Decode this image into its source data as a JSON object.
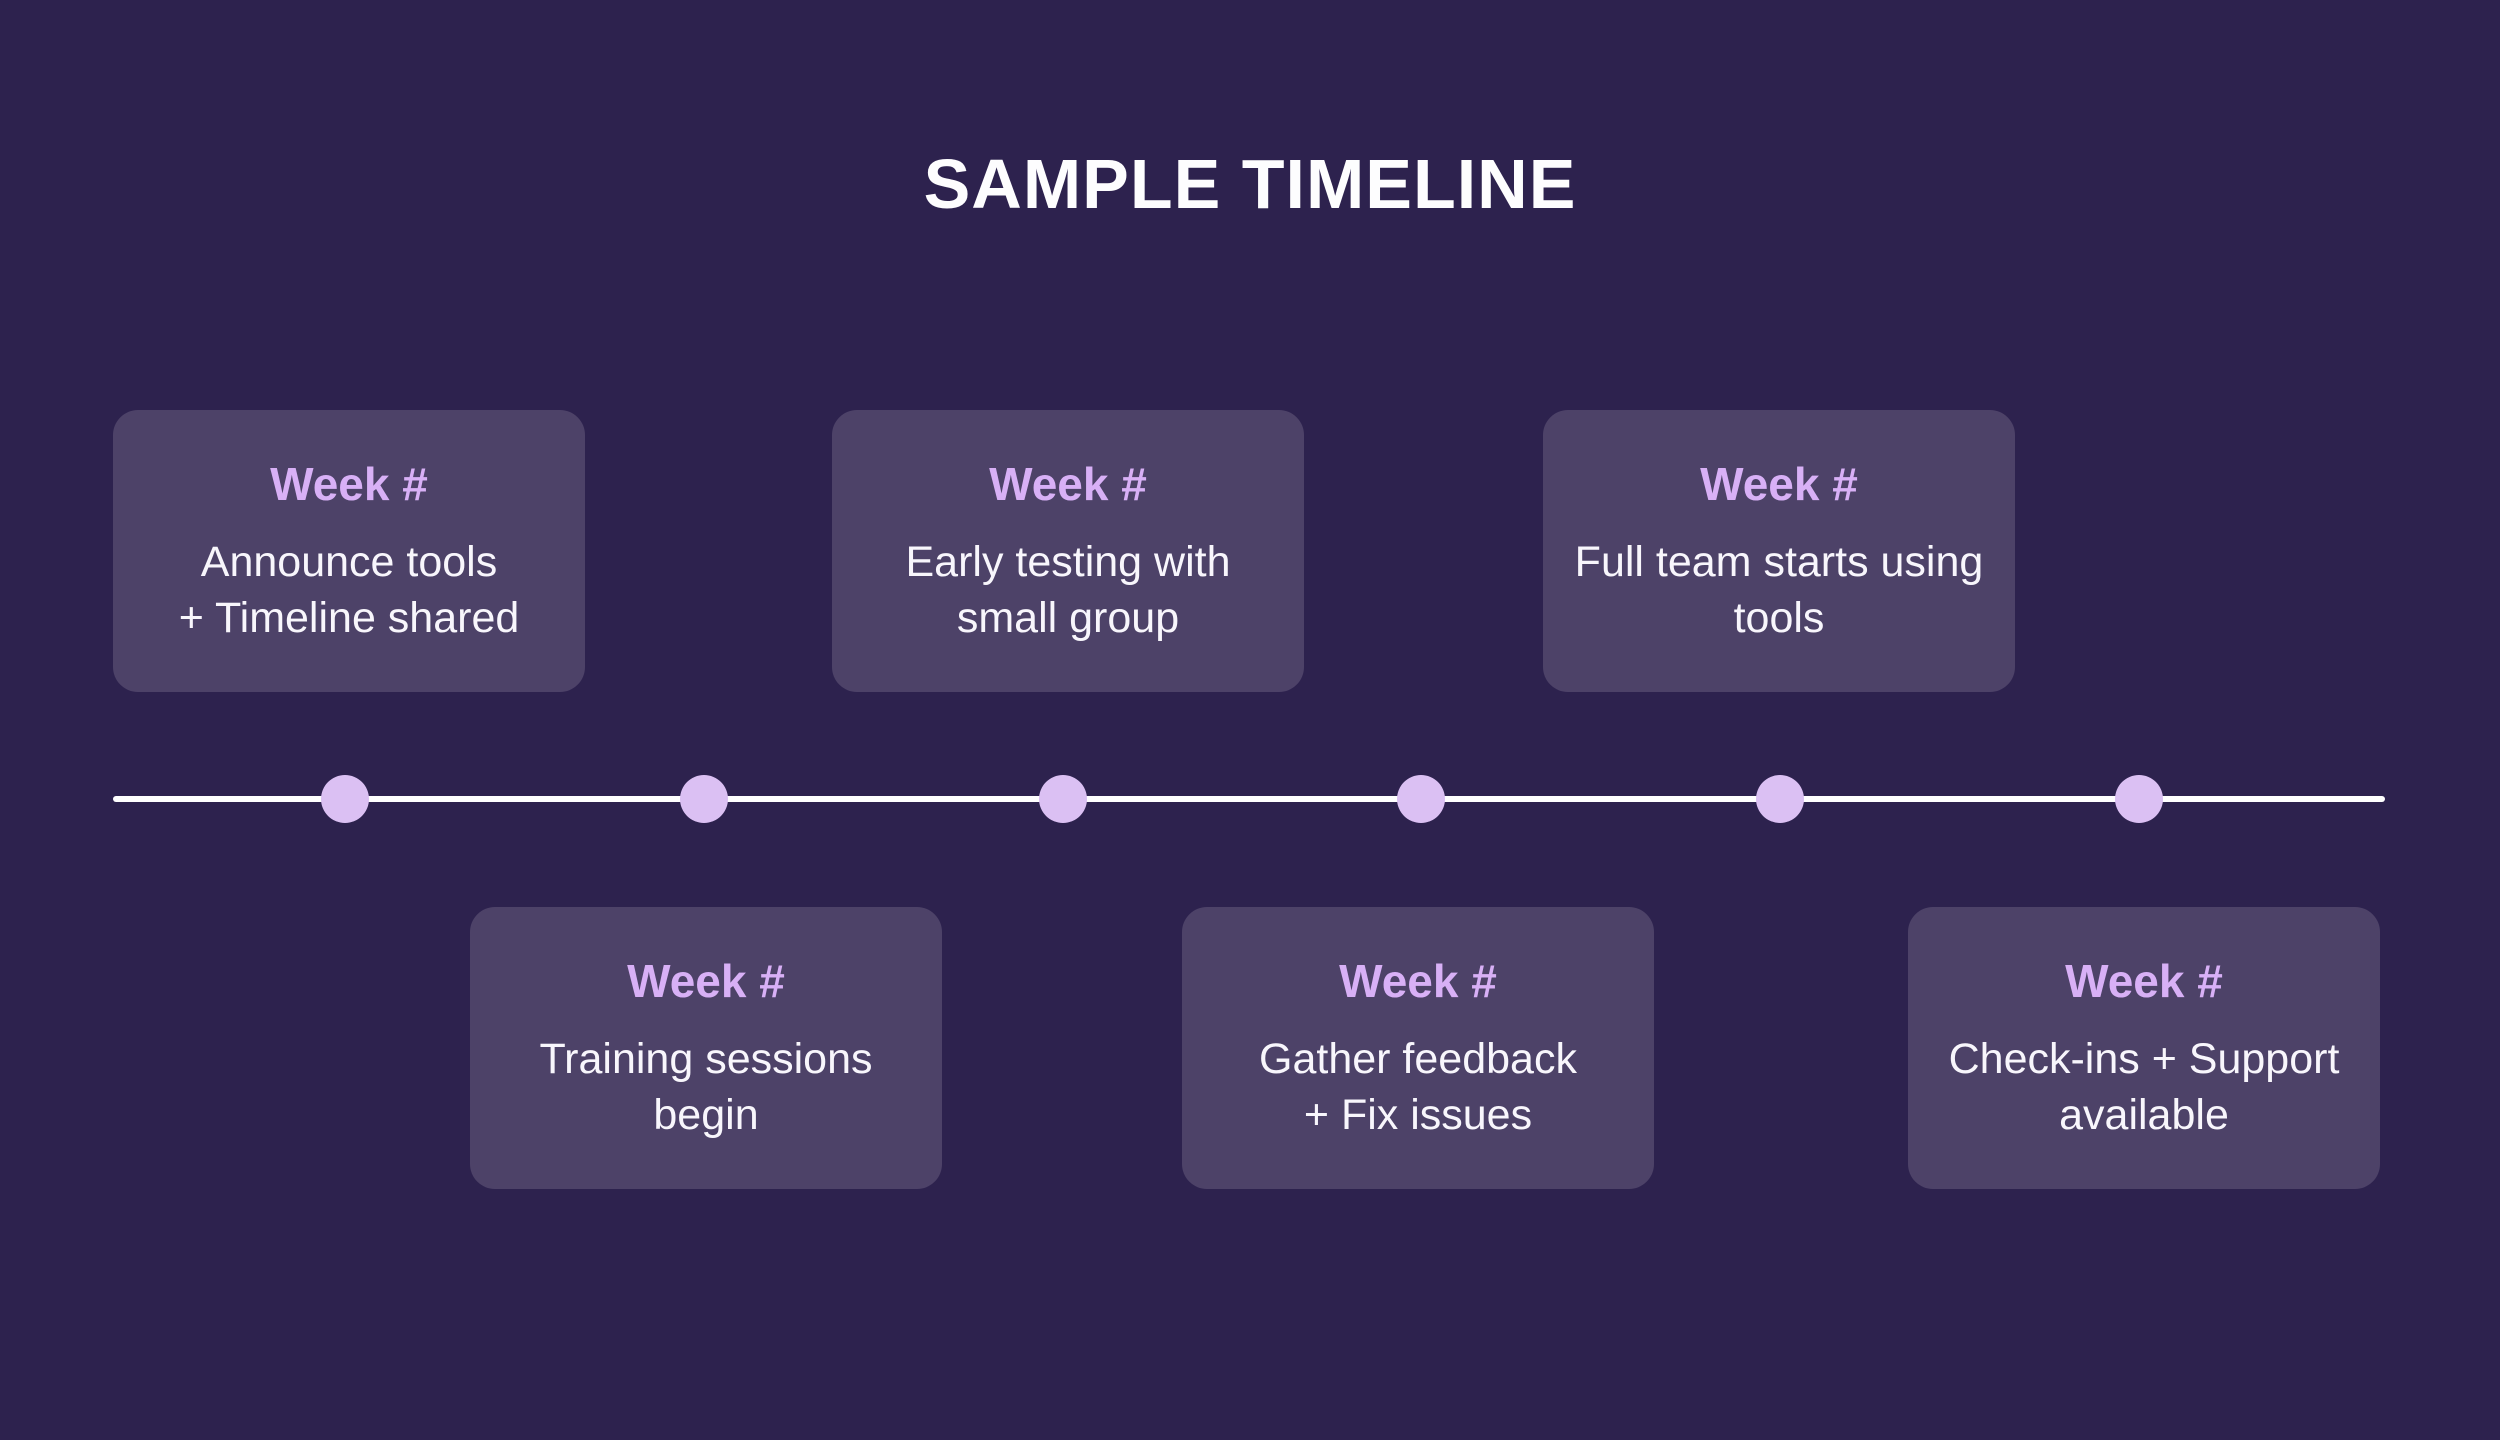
{
  "page": {
    "title": "SAMPLE TIMELINE"
  },
  "colors": {
    "background": "#2d224e",
    "card_background": "#4d4268",
    "title_text": "#fdfdfe",
    "heading_text": "#d8b0f6",
    "body_text": "#f8f6fc",
    "timeline_line": "#ffffff",
    "timeline_dot": "#dbc0f3"
  },
  "timeline": {
    "milestones": [
      {
        "week_label": "Week #",
        "lines": [
          "Announce tools",
          "+ Timeline shared"
        ],
        "position": "above"
      },
      {
        "week_label": "Week #",
        "lines": [
          "Training sessions",
          "begin"
        ],
        "position": "below"
      },
      {
        "week_label": "Week #",
        "lines": [
          "Early testing with",
          "small group"
        ],
        "position": "above"
      },
      {
        "week_label": "Week #",
        "lines": [
          "Gather feedback",
          "+ Fix issues"
        ],
        "position": "below"
      },
      {
        "week_label": "Week #",
        "lines": [
          "Full team starts using",
          "tools"
        ],
        "position": "above"
      },
      {
        "week_label": "Week #",
        "lines": [
          "Check-ins + Support",
          "available"
        ],
        "position": "below"
      }
    ]
  }
}
